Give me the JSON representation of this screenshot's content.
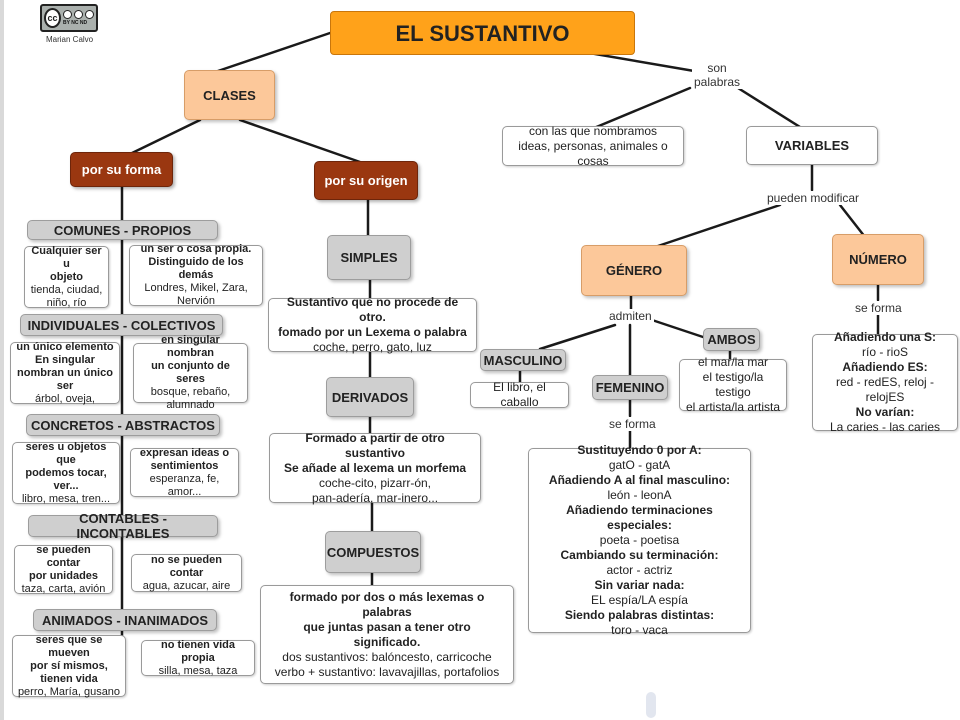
{
  "logo": {
    "cc": "cc",
    "tags": "BY  NC  ND"
  },
  "author": "Marian Calvo",
  "title": "EL SUSTANTIVO",
  "edge_labels": {
    "son_palabras": [
      "son",
      "palabras"
    ],
    "pueden_modificar": "pueden modificar",
    "admiten": "admiten",
    "se_forma_genero": "se forma",
    "se_forma_numero": "se forma"
  },
  "clases": "CLASES",
  "por_su_forma": "por su forma",
  "por_su_origen": "por su origen",
  "con_las_que": [
    "con las que nombramos",
    "ideas, personas, animales o cosas"
  ],
  "variables": "VARIABLES",
  "genero": "GÉNERO",
  "numero": "NÚMERO",
  "comunes": {
    "heading": "COMUNES - PROPIOS",
    "left": {
      "bold": [
        "Cualquier ser u",
        "objeto"
      ],
      "normal": [
        "tienda, ciudad,",
        "niño, río"
      ]
    },
    "right": {
      "bold": [
        "un ser o cosa propia.",
        "Distinguido de los demás"
      ],
      "normal": [
        "Londres, Mikel, Zara,",
        "Nervión"
      ]
    }
  },
  "individuales": {
    "heading": "INDIVIDUALES - COLECTIVOS",
    "left": {
      "bold": [
        "un único elemento",
        "En singular",
        "nombran un único ser"
      ],
      "normal": [
        "árbol, oveja,"
      ]
    },
    "right": {
      "bold": [
        "en singular nombran",
        "un conjunto de seres"
      ],
      "normal": [
        "bosque, rebaño,",
        "alumnado"
      ]
    }
  },
  "concretos": {
    "heading": "CONCRETOS - ABSTRACTOS",
    "left": {
      "bold": [
        "seres u objetos que",
        "podemos tocar,",
        "ver..."
      ],
      "normal": [
        "libro, mesa, tren..."
      ]
    },
    "right": {
      "bold": [
        "expresan ideas o",
        "sentimientos"
      ],
      "normal": [
        "esperanza, fe, amor..."
      ]
    }
  },
  "contables": {
    "heading": "CONTABLES - INCONTABLES",
    "left": {
      "bold": [
        "se pueden contar",
        "por unidades"
      ],
      "normal": [
        "taza, carta, avión"
      ]
    },
    "right": {
      "bold": [
        "no se pueden contar"
      ],
      "normal": [
        "agua, azucar, aire"
      ]
    }
  },
  "animados": {
    "heading": "ANIMADOS - INANIMADOS",
    "left": {
      "bold": [
        "seres que se mueven",
        "por sí mismos,",
        "tienen vida"
      ],
      "normal": [
        "perro, María, gusano"
      ]
    },
    "right": {
      "bold": [
        "no tienen vida propia"
      ],
      "normal": [
        "silla, mesa, taza"
      ]
    }
  },
  "simples": {
    "heading": "SIMPLES",
    "desc": {
      "bold": [
        "Sustantivo que no procede de otro.",
        "fomado por un Lexema o palabra"
      ],
      "normal": [
        "coche, perro, gato, luz"
      ]
    }
  },
  "derivados": {
    "heading": "DERIVADOS",
    "desc": {
      "bold": [
        "Formado a partir de otro sustantivo",
        "Se añade al lexema un morfema"
      ],
      "normal": [
        "coche-cito, pizarr-ón,",
        "pan-adería, mar-inero..."
      ]
    }
  },
  "compuestos": {
    "heading": "COMPUESTOS",
    "desc": {
      "bold": [
        "formado por dos o más lexemas o palabras",
        "que juntas pasan a tener otro",
        "significado."
      ],
      "normal": [
        "dos sustantivos: balóncesto, carricoche",
        "verbo + sustantivo: lavavajillas, portafolios"
      ]
    }
  },
  "masculino": {
    "heading": "MASCULINO",
    "example": "El libro, el caballo"
  },
  "femenino": "FEMENINO",
  "ambos": {
    "heading": "AMBOS",
    "examples": [
      "el mar/la mar",
      "el testigo/la testigo",
      "el artista/la artista"
    ]
  },
  "femenino_rules": [
    {
      "bold": "Sustituyendo 0 por A:",
      "normal": "gatO - gatA"
    },
    {
      "bold": "Añadiendo A al final masculino:",
      "normal": "león - leonA"
    },
    {
      "bold": "Añadiendo terminaciones especiales:",
      "normal": "poeta - poetisa"
    },
    {
      "bold": "Cambiando su terminación:",
      "normal": "actor - actriz"
    },
    {
      "bold": "Sin variar nada:",
      "normal": "EL espía/LA espía"
    },
    {
      "bold": "Siendo palabras distintas:",
      "normal": "toro - vaca"
    }
  ],
  "numero_rules": [
    {
      "bold": "Añadiendo una S:",
      "normal": "río - rioS"
    },
    {
      "bold": "Añadiendo ES:",
      "normal": "red - redES, reloj - relojES"
    },
    {
      "bold": "No varían:",
      "normal": "La caries - las caries"
    }
  ]
}
